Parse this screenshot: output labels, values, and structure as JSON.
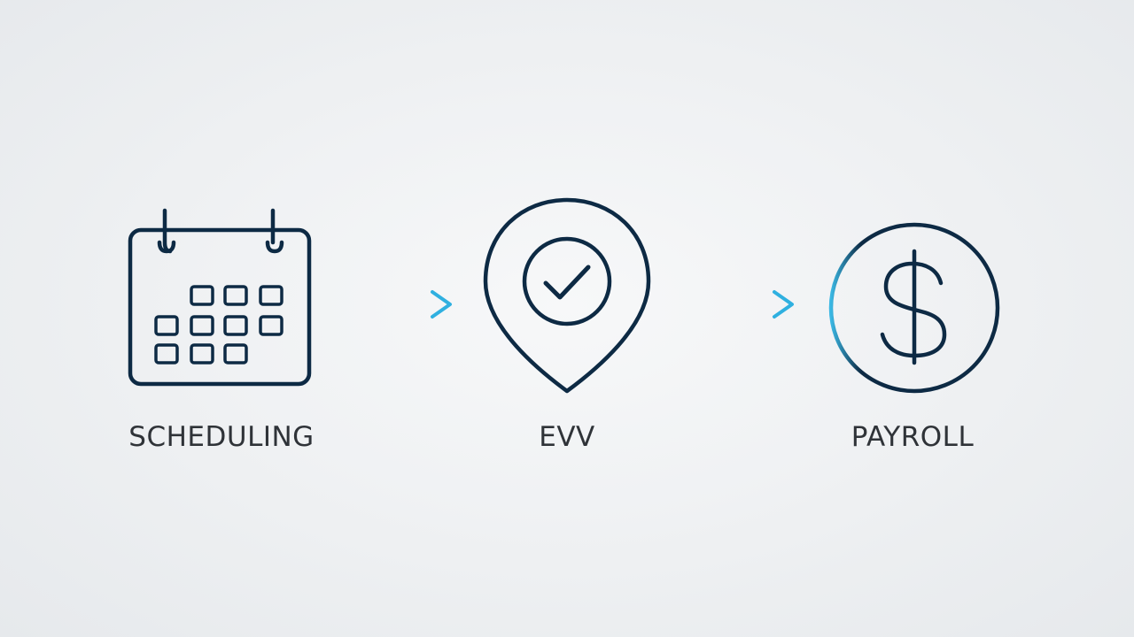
{
  "steps": [
    {
      "id": "scheduling",
      "label": "SCHEDULING",
      "icon": "calendar-icon"
    },
    {
      "id": "evv",
      "label": "EVV",
      "icon": "location-check-icon"
    },
    {
      "id": "payroll",
      "label": "PAYROLL",
      "icon": "dollar-circle-icon"
    }
  ],
  "colors": {
    "stroke": "#0d2a44",
    "accent": "#3bb7e3",
    "label": "#2f3338",
    "background": "#eef0f2"
  }
}
